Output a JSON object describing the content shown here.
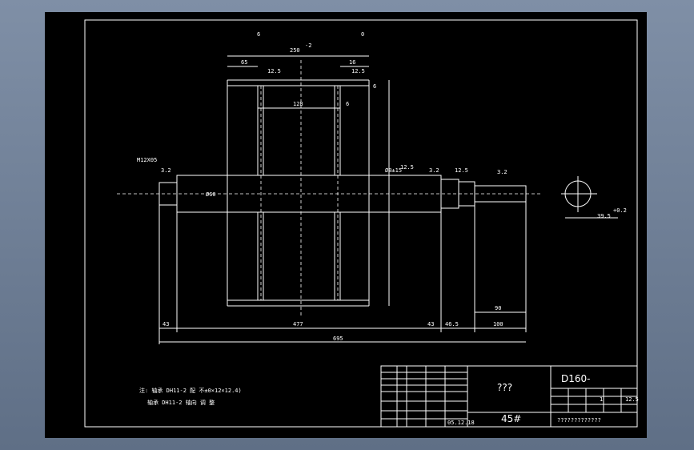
{
  "dims": {
    "d6": "6",
    "d0": "0",
    "d250": "250",
    "d250tol": "-2",
    "d65": "65",
    "d16": "16",
    "d128": "128",
    "d6b": "6",
    "d6c": "6",
    "dphi": "Ø8±15",
    "dphi60": "Ø60",
    "d43a": "43",
    "d477": "477",
    "d43b": "43",
    "d465": "46.5",
    "d100": "100",
    "d90": "90",
    "d695": "695",
    "d395": "39.5",
    "d395tol": "+0.2",
    "rough125a": "12.5",
    "rough125b": "12.5",
    "rough32a": "3.2",
    "rough32b": "3.2",
    "rough32c": "3.2",
    "rough125c": "12.5",
    "rough125d": "12.5",
    "thread": "M12X05"
  },
  "notes": {
    "line1": "注: 轴承 DH11-2 配 不±0×12×12.4)",
    "line2": "轴承 DH11-2 轴向 调 整"
  },
  "titleblock": {
    "name": "???",
    "material": "45#",
    "code": "D160-",
    "scale": "1",
    "sheet": "12.5",
    "company": "?????????????",
    "date": "05.12.18",
    "cells": [
      "?",
      "?",
      "???",
      "???",
      "?",
      "?",
      "??",
      "?",
      "?",
      "??",
      "??",
      "?",
      "?",
      "?",
      "?",
      "?",
      "?"
    ]
  }
}
